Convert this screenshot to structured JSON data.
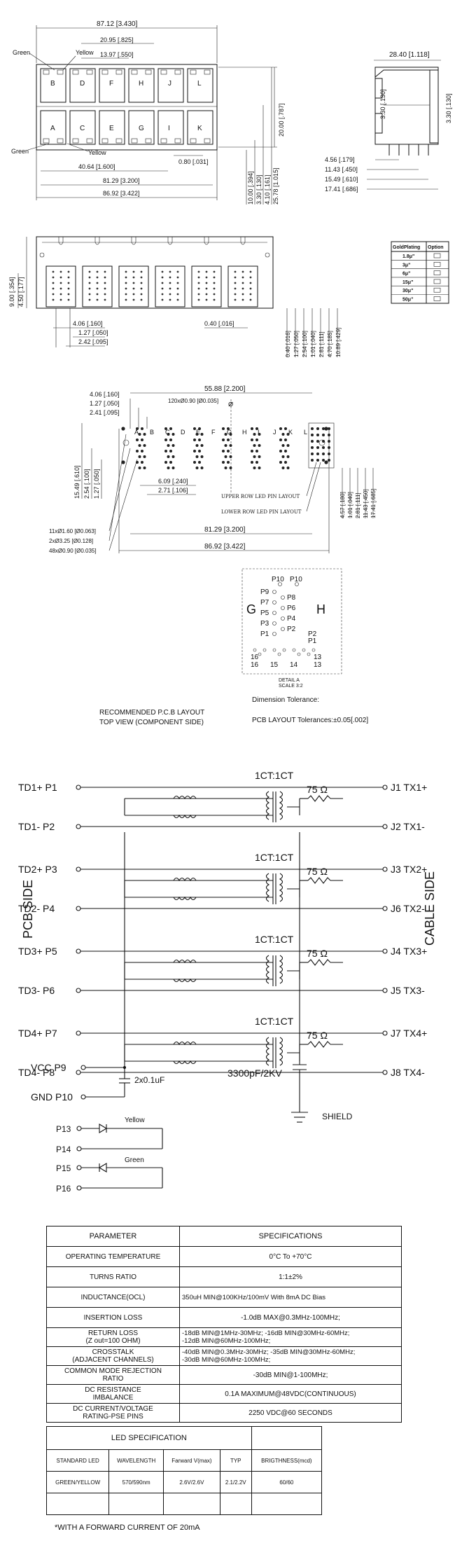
{
  "top_view": {
    "dim_overall": "87.12 [3.430]",
    "dim_led_span": "20.95 [.825]",
    "dim_pitch": "13.97 [.550]",
    "label_green_top": "Green",
    "label_yellow_top": "Yellow",
    "label_green_bottom": "Green",
    "label_yellow_bottom": "Yellow",
    "ports_top": [
      "B",
      "D",
      "F",
      "H",
      "J",
      "L"
    ],
    "ports_bottom": [
      "A",
      "C",
      "E",
      "G",
      "I",
      "K"
    ],
    "dim_height": "20.00 [.787]",
    "dim_small": "0.80 [.031]",
    "dim_4064": "40.64 [1.600]",
    "dim_8129": "81.29 [3.200]",
    "dim_8692": "86.92 [3.422]",
    "dim_v1": "10.00 [.394]",
    "dim_v2": "3.30 [.130]",
    "dim_v3": "4.10 [.161]",
    "dim_v4": "25.78 [1.015]"
  },
  "side_view": {
    "dim_width": "28.40 [1.118]",
    "dim_330_a": "3.30 [.130]",
    "dim_330_b": "3.30 [.130]",
    "dim_456": "4.56 [.179]",
    "dim_1143": "11.43 [.450]",
    "dim_1549": "15.49 [.610]",
    "dim_1741": "17.41 [.686]"
  },
  "bottom_view": {
    "dim_900": "9.00 [.354]",
    "dim_450": "4.50 [.177]",
    "dim_406": "4.06 [.160]",
    "dim_127": "1.27 [.050]",
    "dim_242": "2.42 [.095]",
    "dim_040": "0.40 [.016]",
    "vdims": [
      "0.40 [.016]",
      "1.27 [.050]",
      "2.54 [.100]",
      "1.01 [.040]",
      "2.81 [.111]",
      "4.70 [.185]",
      "10.89 [.429]"
    ]
  },
  "plating": {
    "header_a": "GoldPlating",
    "header_b": "Option",
    "rows": [
      "1.8μ\"",
      "3μ\"",
      "6μ\"",
      "15μ\"",
      "30μ\"",
      "50μ\""
    ],
    "selected_index": 3
  },
  "pcb_layout": {
    "dim_5588": "55.88 [2.200]",
    "dim_120x": "120xØ0.90 [Ø0.035]",
    "dim_406": "4.06 [.160]",
    "dim_127": "1.27 [.050]",
    "dim_241": "2.41 [.095]",
    "dim_1549": "15.49 [.610]",
    "dim_254": "2.54 [.100]",
    "dim_127b": "1.27 [.050]",
    "dim_609": "6.09 [.240]",
    "dim_271": "2.71 [.106]",
    "upper_row": "UPPER ROW LED PIN LAYOUT",
    "lower_row": "LOWER ROW LED PIN LAYOUT",
    "dim_8129": "81.29 [3.200]",
    "dim_8692": "86.92 [3.422]",
    "hole1": "11xØ1.60 [Ø0.063]",
    "hole2": "2xØ3.25 [Ø0.128]",
    "hole3": "48xØ0.90 [Ø0.035]",
    "rdims": [
      "4.57 [.180]",
      "1.01 [.040]",
      "2.81 [.111]",
      "11.43 [.450]",
      "17.41 [.685]"
    ],
    "ports": [
      "A",
      "B",
      "C",
      "D",
      "E",
      "F",
      "G",
      "H",
      "I",
      "J",
      "K",
      "L"
    ],
    "title1": "RECOMMENDED P.C.B LAYOUT",
    "title2": "TOP VIEW (COMPONENT SIDE)"
  },
  "detail": {
    "labels_left": [
      "P9",
      "P7",
      "P5",
      "P3",
      "P1"
    ],
    "labels_right": [
      "P8",
      "P6",
      "P4",
      "P2"
    ],
    "p10_a": "P10",
    "p10_b": "P10",
    "p2": "P2",
    "p1": "P1",
    "g": "G",
    "h": "H",
    "n16a": "16",
    "n16b": "16",
    "n15": "15",
    "n14": "14",
    "n13a": "13",
    "n13b": "13",
    "title": "DETAIL A",
    "scale": "SCALE 3:2"
  },
  "tolerance": {
    "title": "Dimension Tolerance:",
    "value": "PCB LAYOUT Tolerances:±0.05[.002]"
  },
  "schematic": {
    "left_pins": [
      "TD1+ P1",
      "TD1-  P2",
      "TD2+ P3",
      "TD2-  P4",
      "TD3+ P5",
      "TD3-  P6",
      "TD4+ P7",
      "TD4-  P8"
    ],
    "right_pins": [
      "J1 TX1+",
      "J2 TX1-",
      "J3 TX2+",
      "J6 TX2-",
      "J4 TX3+",
      "J5 TX3-",
      "J7 TX4+",
      "J8 TX4-"
    ],
    "ratio": "1CT:1CT",
    "resistor": "75 Ω",
    "pcb_side": "PCB SIDE",
    "cable_side": "CABLE SIDE",
    "vcc": "VCC  P9",
    "gnd": "GND  P10",
    "cap": "2x0.1uF",
    "hv_cap": "3300pF/2KV",
    "shield": "SHIELD",
    "led_pins": [
      "P13",
      "P14",
      "P15",
      "P16"
    ],
    "led_yellow": "Yellow",
    "led_green": "Green"
  },
  "specs": {
    "header": [
      "PARAMETER",
      "SPECIFICATIONS"
    ],
    "rows": [
      {
        "p": "OPERATING TEMPERATURE",
        "v": "0°C To +70°C"
      },
      {
        "p": "TURNS RATIO",
        "v": "1:1±2%"
      },
      {
        "p": "INDUCTANCE(OCL)",
        "v": "350uH MIN@100KHz/100mV With 8mA DC Bias"
      },
      {
        "p": "INSERTION LOSS",
        "v": "-1.0dB MAX@0.3MHz-100MHz;"
      },
      {
        "p": "RETURN LOSS\n(Z out=100 OHM)",
        "v": "-18dB MIN@1MHz-30MHz; -16dB MIN@30MHz-60MHz;\n-12dB MIN@60MHz-100MHz;"
      },
      {
        "p": "CROSSTALK\n(ADJACENT CHANNELS)",
        "v": "-40dB MIN@0.3MHz-30MHz; -35dB MIN@30MHz-60MHz;\n-30dB MIN@60MHz-100MHz;"
      },
      {
        "p": "COMMON MODE REJECTION\nRATIO",
        "v": "-30dB MIN@1-100MHz;"
      },
      {
        "p": "DC RESISTANCE\nIMBALANCE",
        "v": "0.1A MAXIMUM@48VDC(CONTINUOUS)"
      },
      {
        "p": "DC CURRENT/VOLTAGE\nRATING-PSE PINS",
        "v": "2250 VDC@60 SECONDS"
      }
    ]
  },
  "led_spec": {
    "title": "LED SPECIFICATION",
    "headers": [
      "STANDARD LED",
      "WAVELENGTH",
      "Farward V(max)",
      "TYP",
      "BRIGTHNESS(mcd)"
    ],
    "row": [
      "GREEN/YELLOW",
      "570/590nm",
      "2.6V/2.6V",
      "2.1/2.2V",
      "60/60"
    ],
    "note": "*WITH A FORWARD CURRENT OF 20mA"
  }
}
